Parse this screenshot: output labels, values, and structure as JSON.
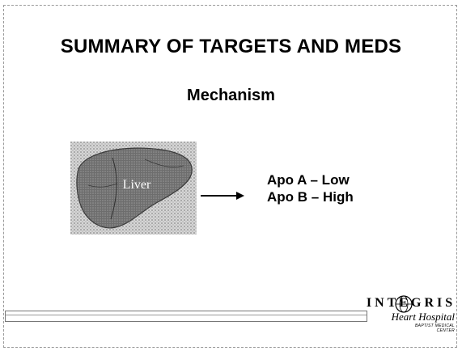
{
  "slide": {
    "title": "SUMMARY OF TARGETS AND MEDS",
    "subtitle": "Mechanism",
    "image_label": "Liver",
    "lines": [
      "Apo A – Low",
      "Apo B – High"
    ]
  },
  "logo": {
    "wordmark": "INTEGRIS",
    "script": "Heart Hospital",
    "tagline": "BAPTIST MEDICAL CENTER"
  },
  "colors": {
    "text": "#000000",
    "liver_fill": "#7a7a7a",
    "background_pattern": "#bdbdbd"
  },
  "icons": [
    "arrow-right-icon",
    "globe-icon"
  ]
}
